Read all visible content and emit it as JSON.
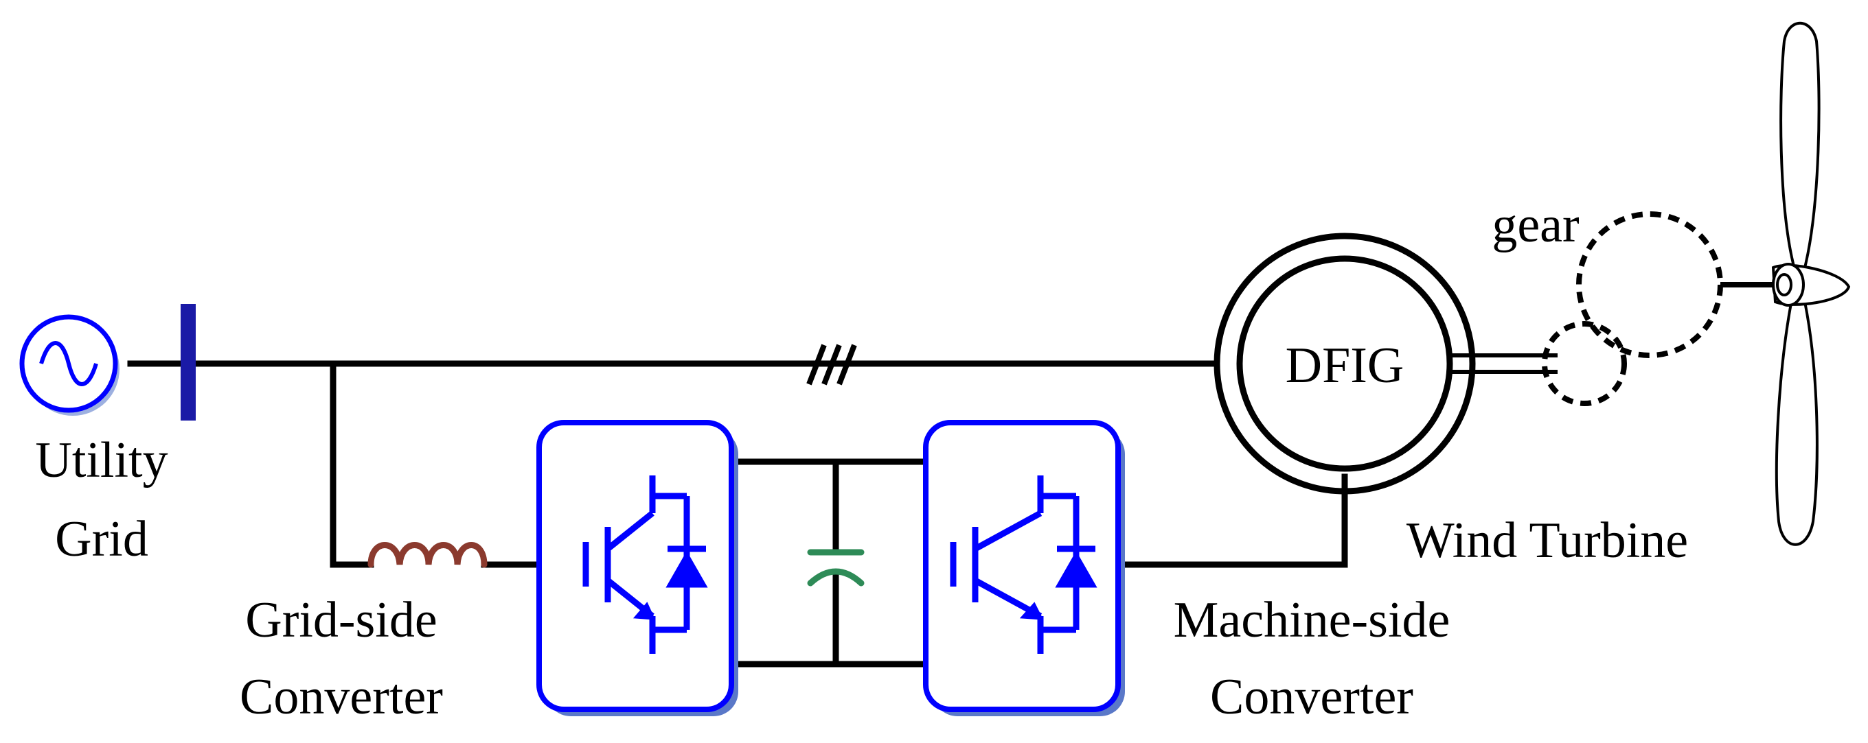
{
  "labels": {
    "source_line1": "Utility",
    "source_line2": "Grid",
    "gsc_line1": "Grid-side",
    "gsc_line2": "Converter",
    "msc_line1": "Machine-side",
    "msc_line2": "Converter",
    "generator": "DFIG",
    "gear": "gear",
    "turbine": "Wind Turbine"
  },
  "colors": {
    "wire": "#000000",
    "converter": "#0000ff",
    "converter_shadow": "#5a78c8",
    "source": "#0000ff",
    "bus": "#1a1aa6",
    "inductor": "#8b3a2e",
    "capacitor": "#2e8b57"
  },
  "icons": {
    "source": "ac-voltage-source-icon",
    "bus": "busbar-icon",
    "inductor": "inductor-icon",
    "capacitor": "capacitor-icon",
    "switch": "igbt-diode-icon",
    "generator": "dfig-machine-icon",
    "gear": "gearbox-icon",
    "turbine": "wind-turbine-icon"
  }
}
